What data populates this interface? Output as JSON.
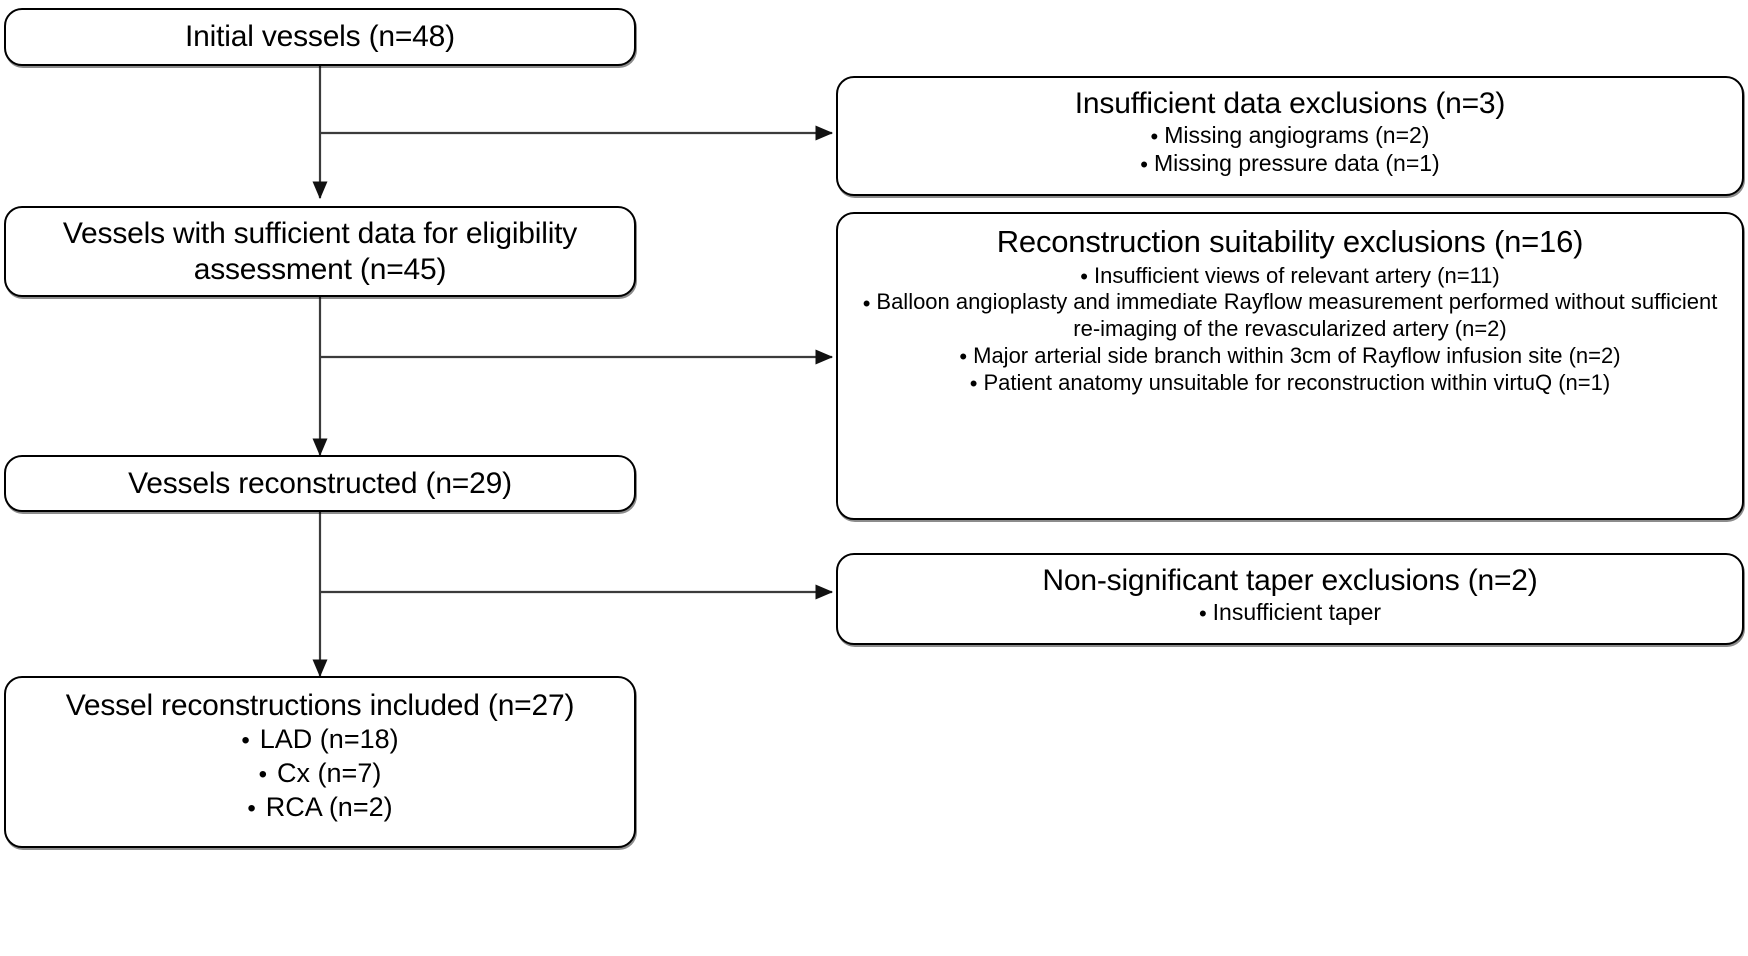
{
  "diagram": {
    "type": "flowchart",
    "orientation": "vertical-with-right-exclusions",
    "nodes": {
      "initial_vessels": {
        "title": "Initial vessels (n=48)",
        "bullets": []
      },
      "sufficient_data": {
        "title": "Vessels with sufficient data for eligibility\nassessment (n=45)",
        "bullets": []
      },
      "vessels_reconstructed": {
        "title": "Vessels reconstructed (n=29)",
        "bullets": []
      },
      "included": {
        "title": "Vessel reconstructions included (n=27)",
        "bullets": [
          "LAD (n=18)",
          "Cx (n=7)",
          "RCA (n=2)"
        ]
      },
      "excl_insufficient_data": {
        "title": "Insufficient data exclusions (n=3)",
        "bullets": [
          "Missing angiograms (n=2)",
          "Missing pressure data (n=1)"
        ]
      },
      "excl_reconstruction": {
        "title": "Reconstruction suitability exclusions (n=16)",
        "bullets": [
          "Insufficient views of relevant artery (n=11)",
          "Balloon angioplasty and immediate Rayflow measurement performed without sufficient re-imaging of the revascularized artery (n=2)",
          "Major arterial side branch within 3cm of Rayflow infusion site (n=2)",
          "Patient anatomy unsuitable for reconstruction within virtuQ (n=1)"
        ]
      },
      "excl_taper": {
        "title": "Non-significant taper exclusions (n=2)",
        "bullets": [
          "Insufficient taper"
        ]
      }
    },
    "bullet_glyph": "•",
    "colors": {
      "stroke": "#000000",
      "fill": "#ffffff",
      "text": "#000000",
      "connector": "#3b3b3b"
    }
  }
}
